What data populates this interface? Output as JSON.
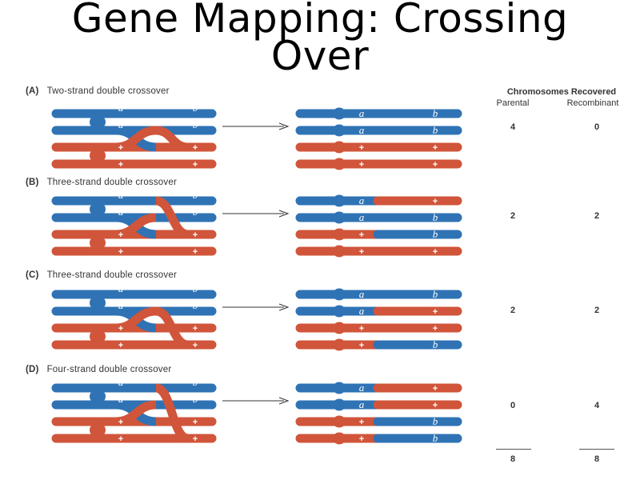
{
  "title": {
    "line1": "Gene Mapping: Crossing",
    "line2": "Over"
  },
  "colors": {
    "blue_chromosome": "#2f73b5",
    "red_chromosome": "#d0553a",
    "text": "#333333"
  },
  "table": {
    "header": "Chromosomes Recovered",
    "col_parental": "Parental",
    "col_recombinant": "Recombinant"
  },
  "panels": [
    {
      "letter": "(A)",
      "label": "Two-strand double crossover",
      "parental": "4",
      "recombinant": "0",
      "recovered": [
        [
          "a",
          "b"
        ],
        [
          "a",
          "b"
        ],
        [
          "+",
          "+"
        ],
        [
          "+",
          "+"
        ]
      ]
    },
    {
      "letter": "(B)",
      "label": "Three-strand double crossover",
      "parental": "2",
      "recombinant": "2",
      "recovered": [
        [
          "a",
          "+"
        ],
        [
          "a",
          "b"
        ],
        [
          "+",
          "b"
        ],
        [
          "+",
          "+"
        ]
      ]
    },
    {
      "letter": "(C)",
      "label": "Three-strand double crossover",
      "parental": "2",
      "recombinant": "2",
      "recovered": [
        [
          "a",
          "b"
        ],
        [
          "a",
          "+"
        ],
        [
          "+",
          "+"
        ],
        [
          "+",
          "b"
        ]
      ]
    },
    {
      "letter": "(D)",
      "label": "Four-strand double crossover",
      "parental": "0",
      "recombinant": "4",
      "recovered": [
        [
          "a",
          "+"
        ],
        [
          "a",
          "+"
        ],
        [
          "+",
          "b"
        ],
        [
          "+",
          "b"
        ]
      ]
    }
  ],
  "totals": {
    "parental": "8",
    "recombinant": "8"
  },
  "meiotic_labels": {
    "top": [
      "a",
      "b"
    ],
    "second": [
      "a",
      "b"
    ],
    "third": [
      "+",
      "+"
    ],
    "bottom": [
      "+",
      "+"
    ]
  }
}
